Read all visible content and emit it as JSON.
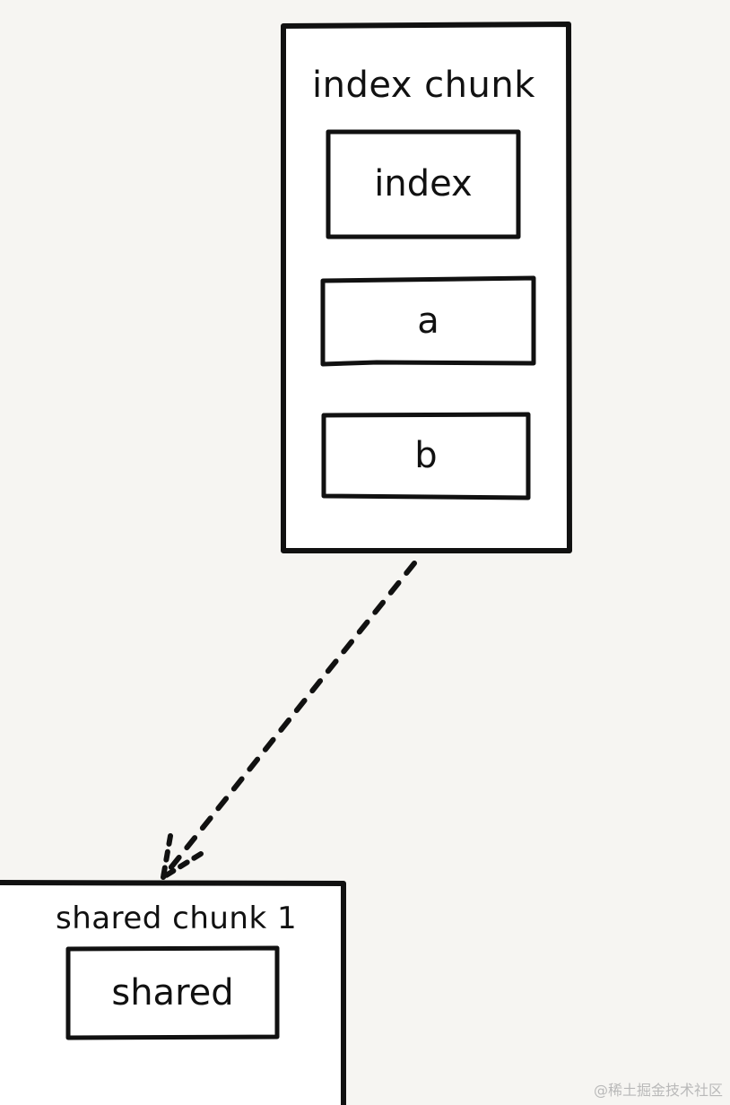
{
  "index_chunk": {
    "title": "index chunk",
    "modules": [
      "index",
      "a",
      "b"
    ]
  },
  "shared_chunk": {
    "title": "shared chunk 1",
    "modules": [
      "shared"
    ]
  },
  "watermark": "@稀土掘金技术社区"
}
